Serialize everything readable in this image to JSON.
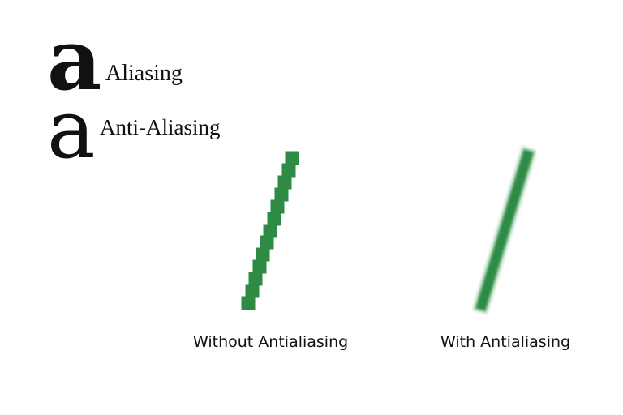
{
  "glyphs": {
    "aliased": {
      "char": "a",
      "label": "Aliasing"
    },
    "antialiased": {
      "char": "a",
      "label": "Anti-Aliasing"
    }
  },
  "demos": {
    "without": {
      "caption": "Without Antialiasing"
    },
    "with": {
      "caption": "With Antialiasing"
    }
  },
  "colors": {
    "line": "#2e8b44",
    "line_soft": "#8cc79a",
    "text": "#111111"
  }
}
